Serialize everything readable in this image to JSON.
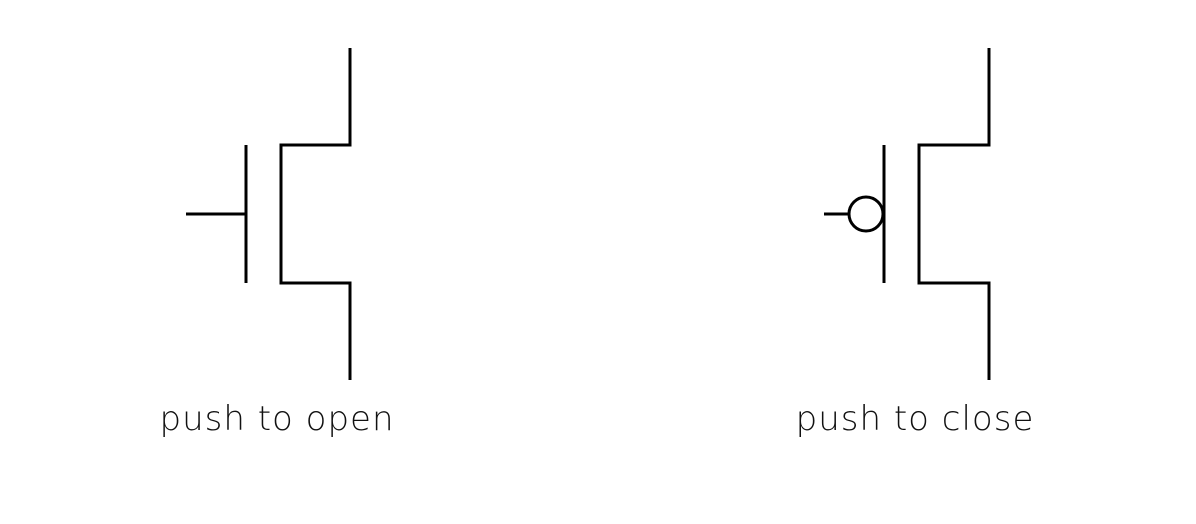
{
  "colors": {
    "background": "#ffffff",
    "stroke": "#000000",
    "text": "#111111"
  },
  "symbols": [
    {
      "id": "push-to-open",
      "label": "push to open",
      "inverted_input": false
    },
    {
      "id": "push-to-close",
      "label": "push to close",
      "inverted_input": true
    }
  ]
}
